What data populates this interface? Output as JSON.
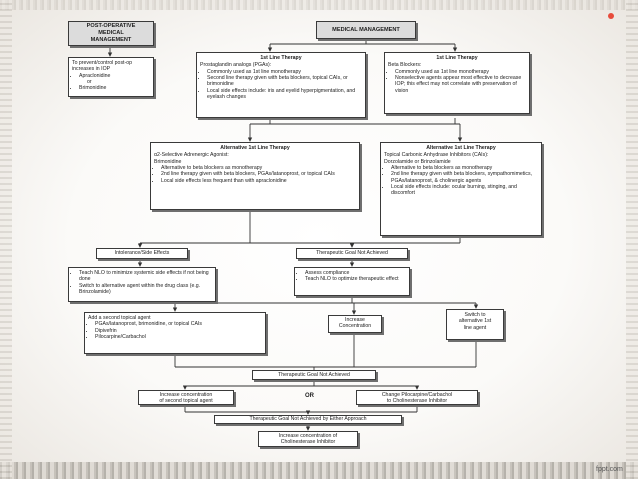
{
  "accent": "#e74c3c",
  "post_op": {
    "header": "POST-OPERATIVE\nMEDICAL\nMANAGEMENT",
    "body_intro": "To prevent/control post-op increases in IOP",
    "items": [
      "Apraclonidine",
      "or",
      "Brimonidine"
    ]
  },
  "medical_mgmt": {
    "header": "MEDICAL MANAGEMENT"
  },
  "first_line_pga": {
    "title": "1st Line Therapy",
    "intro": "Prostaglandin analogs (PGAs):",
    "items": [
      "Commonly used as 1st line monotherapy",
      "Second line therapy given with beta blockers, topical CAIs, or brimonidine",
      "Local side effects include: iris and eyelid hyperpigmentation, and eyelash changes"
    ]
  },
  "first_line_beta": {
    "title": "1st Line Therapy",
    "intro": "Beta Blockers:",
    "items": [
      "Commonly used as 1st line monotherapy",
      "Nonselective agents appear most effective to decrease IOP; this effect may not correlate with preservation of vision"
    ]
  },
  "alt_alpha": {
    "title": "Alternative 1st Line Therapy",
    "intro": "α2-Selective Adrenergic Agonist:\nBrimonidine",
    "items": [
      "Alternative to beta blockers as monotherapy",
      "2nd line therapy given with beta blockers, PGAs/latanoprost, or topical CAIs",
      "Local side effects less frequent than with apraclonidine"
    ]
  },
  "alt_cai": {
    "title": "Alternative 1st Line Therapy",
    "intro": "Topical Carbonic Anhydrase Inhibitors (CAIs):\nDorzolamide or Brinzolamide",
    "items": [
      "Alternative to beta blockers as monotherapy",
      "2nd line therapy given with beta blockers, sympathomimetics, PGAs/latanoprost, & cholinergic agents",
      "Local side effects include: ocular burning, stinging, and discomfort"
    ]
  },
  "intolerance": {
    "label": "Intolerance/Side Effects"
  },
  "goal_not_achieved_1": {
    "label": "Therapeutic Goal Not Achieved"
  },
  "teach_switch": {
    "items": [
      "Teach NLO to minimize systemic side effects if not being done",
      "Switch to alternative agent within the drug class (e.g. Brinzolamide)"
    ]
  },
  "assess": {
    "items": [
      "Assess compliance",
      "Teach NLO to optimize therapeutic effect"
    ]
  },
  "add_second": {
    "intro": "Add a second topical agent",
    "items": [
      "PGAs/latanoprost, brimonidine, or topical CAIs",
      "Dipivefrin",
      "Pilocarpine/Carbachol"
    ]
  },
  "increase_conc": {
    "label": "Increase\nConcentration"
  },
  "switch_alt": {
    "label": "Switch to\nalternative 1st\nline agent"
  },
  "goal_not_achieved_2": {
    "label": "Therapeutic Goal Not Achieved"
  },
  "increase_second": {
    "label": "Increase concentration\nof second topical agent"
  },
  "or_label": "OR",
  "change_pilo": {
    "label": "Change Pilocarpine/Carbachol\nto Cholinesterase Inhibitor"
  },
  "goal_not_achieved_either": {
    "label": "Therapeutic Goal Not Achieved by Either Approach"
  },
  "increase_cholin": {
    "label": "Increase concentration of\nCholinesterase Inhibitor"
  },
  "footer": "fppt.com"
}
